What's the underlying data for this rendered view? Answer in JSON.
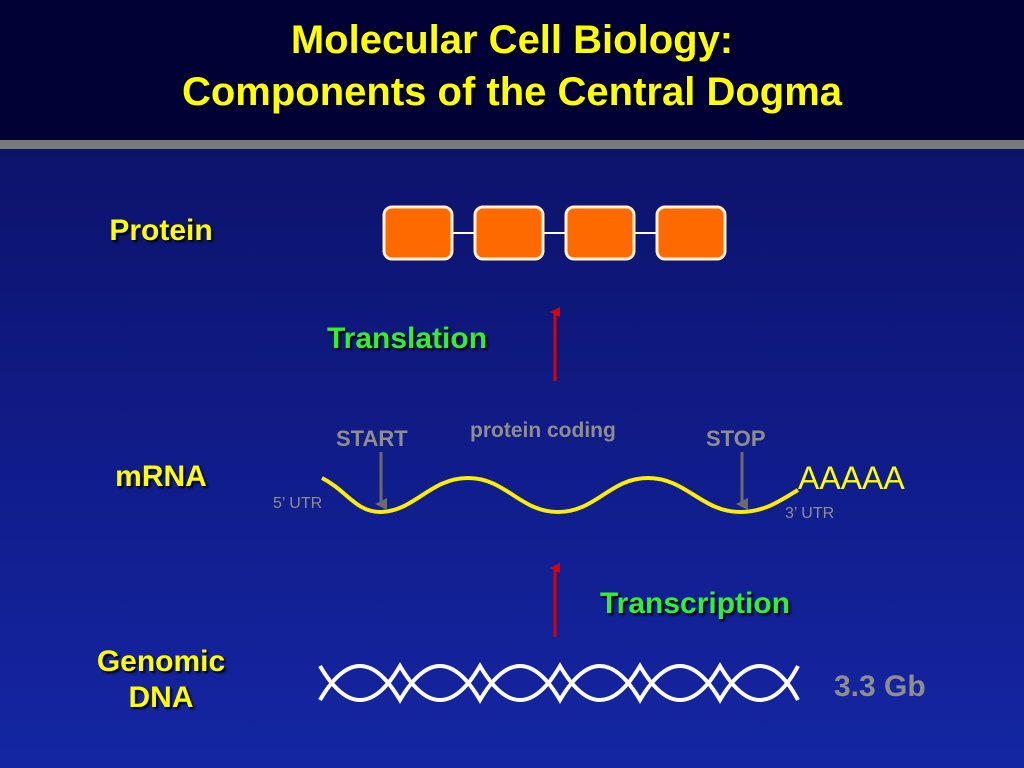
{
  "title": {
    "line1": "Molecular Cell Biology:",
    "line2": "Components of the Central Dogma"
  },
  "labels": {
    "protein": "Protein",
    "mrna": "mRNA",
    "genomic_dna_line1": "Genomic",
    "genomic_dna_line2": "DNA"
  },
  "processes": {
    "translation": "Translation",
    "transcription": "Transcription"
  },
  "mrna": {
    "start": "START",
    "stop": "STOP",
    "protein_coding": "protein coding",
    "utr5": "5’ UTR",
    "utr3": "3’ UTR",
    "polya": "AAAAA"
  },
  "dna": {
    "size": "3.3 Gb"
  },
  "colors": {
    "title": "#ffff00",
    "process": "#33ee33",
    "arrow": "#dd0000",
    "protein_box": "#ff6a00",
    "mrna_strand": "#ffee00"
  }
}
